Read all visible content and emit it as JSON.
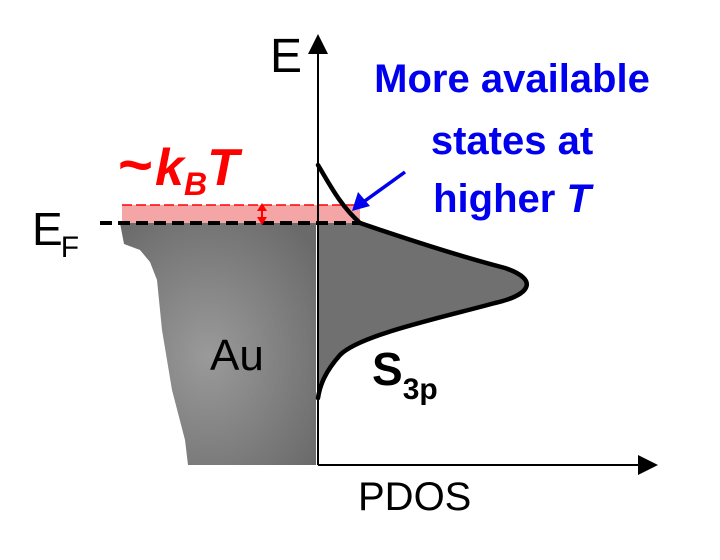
{
  "axes": {
    "y_label": "E",
    "x_label": "PDOS"
  },
  "fermi": {
    "label_main": "E",
    "label_sub": "F"
  },
  "thermal": {
    "prefix": "~",
    "k": "k",
    "sub": "B",
    "t": "T"
  },
  "au": {
    "label": "Au"
  },
  "s3p": {
    "label_main": "S",
    "label_sub": "3p"
  },
  "annotation": {
    "line1": "More available",
    "line2": "states at",
    "line3_prefix": "higher ",
    "line3_italic": "T"
  },
  "colors": {
    "accent_blue": "#0000ee",
    "thermal_red": "#ff0000",
    "thermal_band": "#f4a6a6",
    "dos_fill": "#707070",
    "axis": "#000000"
  }
}
